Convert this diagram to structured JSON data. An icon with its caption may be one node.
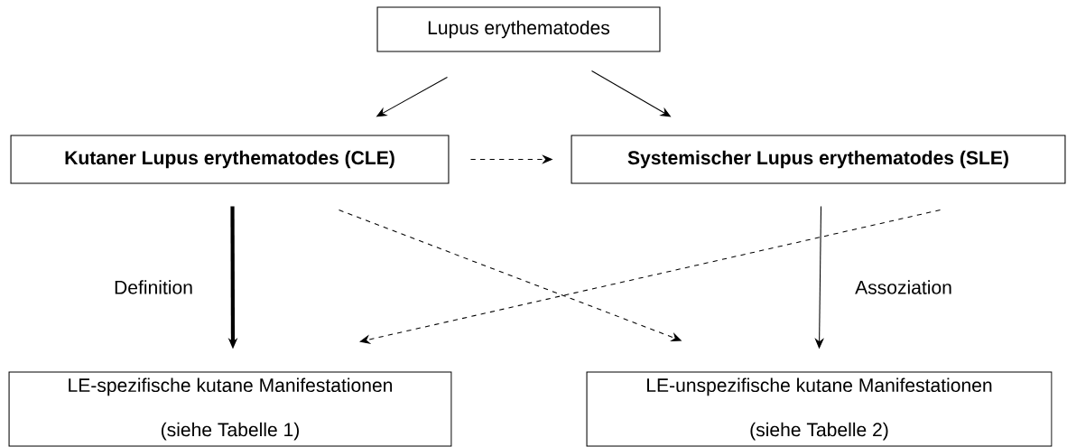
{
  "diagram": {
    "nodes": [
      {
        "text": [
          "Lupus erythematodes"
        ]
      },
      {
        "text": [
          "Kutaner Lupus erythematodes (CLE)"
        ]
      },
      {
        "text": [
          "Systemischer Lupus erythematodes (SLE)"
        ]
      },
      {
        "text": [
          "LE-spezifische kutane Manifestationen",
          "(siehe Tabelle 1)"
        ]
      },
      {
        "text": [
          "LE-unspezifische kutane Manifestationen",
          "(siehe Tabelle 2)"
        ]
      }
    ],
    "edges": [
      {
        "from": 0,
        "to": 1,
        "arrow": "to"
      },
      {
        "from": 0,
        "to": 2,
        "arrow": "to"
      },
      {
        "from": 1,
        "to": 2,
        "arrow": "to",
        "style": "dashed"
      },
      {
        "from": 1,
        "to": 3,
        "arrow": "to",
        "style": "thick",
        "label": "Definition"
      },
      {
        "from": 2,
        "to": 4,
        "arrow": "to",
        "label": "Assoziation"
      },
      {
        "from": 1,
        "to": 4,
        "arrow": "to",
        "style": "dashed"
      },
      {
        "from": 2,
        "to": 3,
        "arrow": "to",
        "style": "dashed"
      }
    ]
  }
}
